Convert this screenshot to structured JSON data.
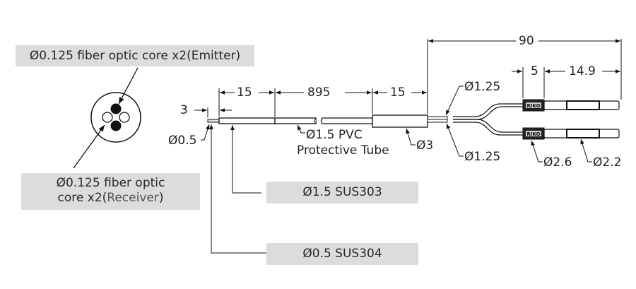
{
  "title": "Fiber optic sensor cable dimensional drawing",
  "callouts": {
    "emitter_core": "Ø0.125 fiber optic core x2(Emitter)",
    "receiver_core_line1": "Ø0.125 fiber optic",
    "receiver_core_line2_a": "core x2(",
    "receiver_core_line2_b": "Receiver",
    "receiver_core_line2_c": ")",
    "sus303": "Ø1.5  SUS303",
    "sus304": "Ø0.5  SUS304"
  },
  "dimensions": {
    "tip_length": "3",
    "probe_length": "15",
    "tube_length": "895",
    "sleeve_length": "15",
    "head_total_length": "90",
    "ferrule_length": "5",
    "end_length": "14.9",
    "tip_diameter": "Ø0.5",
    "pvc_tube_line1": "Ø1.5 PVC",
    "pvc_tube_line2": "Protective Tube",
    "sleeve_diameter": "Ø3",
    "fiber_upper_diameter": "Ø1.25",
    "fiber_lower_diameter": "Ø1.25",
    "ferrule_diameter": "Ø2.6",
    "end_diameter": "Ø2.2"
  },
  "ferrule_marking": "RIKO",
  "colors": {
    "label_bg": "#dcdcdc",
    "line": "#111111"
  }
}
